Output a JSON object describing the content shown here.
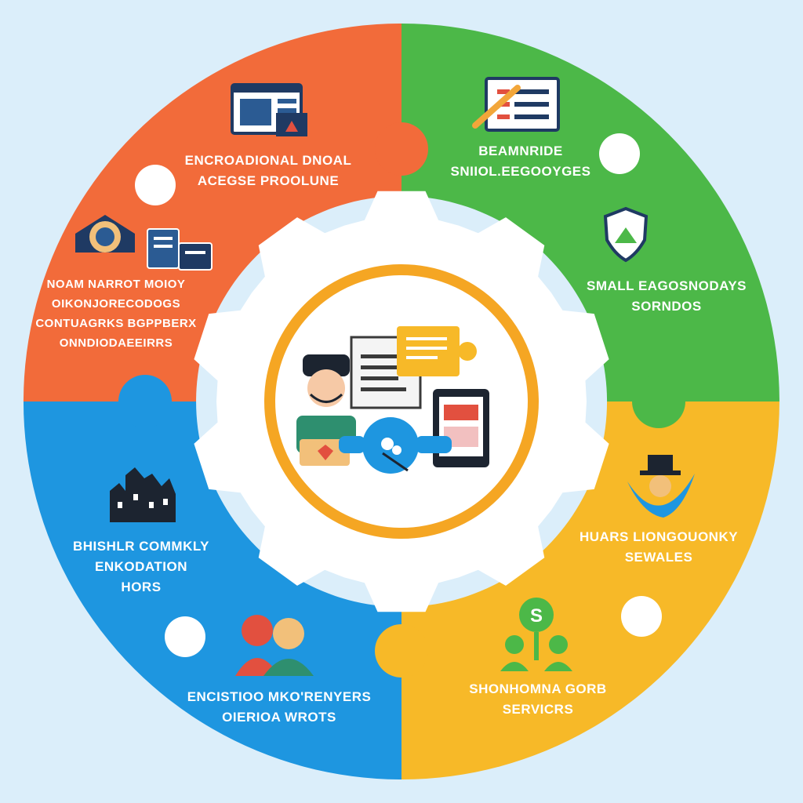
{
  "colors": {
    "background": "#dbeefa",
    "orange": "#f26b3a",
    "green": "#4cb848",
    "yellow": "#f7b928",
    "blue": "#1e96e0",
    "hub_ring": "#f5a623",
    "gear": "#ffffff"
  },
  "pieces": [
    {
      "id": "orange",
      "icons": [
        "web-browser-icon",
        "badge-emblem-icon",
        "documents-icon"
      ],
      "labels": [
        {
          "lines": [
            "ENCROADIONAL DNOAL",
            "ACEGSE PROOLUNE"
          ]
        },
        {
          "lines": [
            "NOAM NARROT MOIOY",
            "OIKONJORECODOGS",
            "CONTUAGRKS BGPPBERX",
            "ONNDIODAEEIRRS"
          ]
        }
      ]
    },
    {
      "id": "green",
      "icons": [
        "checklist-document-icon",
        "shield-icon"
      ],
      "labels": [
        {
          "lines": [
            "BEAMNRIDE",
            "SNIIOL.EEGOOYGES"
          ]
        },
        {
          "lines": [
            "SMALL EAGOSNODAYS",
            "SORNDOS"
          ]
        }
      ]
    },
    {
      "id": "yellow",
      "icons": [
        "top-hat-figure-icon",
        "dollar-people-icon"
      ],
      "labels": [
        {
          "lines": [
            "HUARS LIONGOUONKY",
            "SEWALES"
          ]
        },
        {
          "lines": [
            "SHONHOMNA GORB",
            "SERVICRS"
          ]
        }
      ]
    },
    {
      "id": "blue",
      "icons": [
        "city-skyline-icon",
        "two-people-icon"
      ],
      "labels": [
        {
          "lines": [
            "BHISHLR COMMKLY",
            "ENKODATION",
            "HORS"
          ]
        },
        {
          "lines": [
            "ENCISTIOO MKO'RENYERS",
            "OIERIOA WROTS"
          ]
        }
      ]
    }
  ],
  "hub": {
    "icons": [
      "person-with-vr-headset-icon",
      "document-icon",
      "puzzle-piece-icon",
      "tablet-icon",
      "handshake-icon"
    ]
  }
}
